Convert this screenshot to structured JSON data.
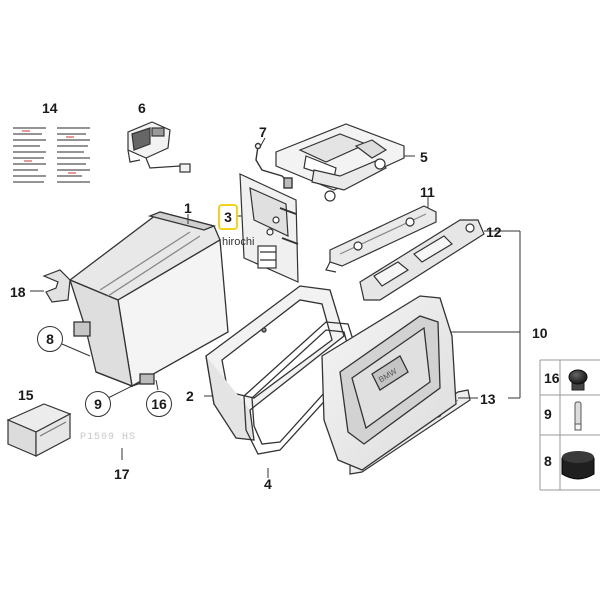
{
  "callouts": {
    "n1": "1",
    "n2": "2",
    "n3": "3",
    "n4": "4",
    "n5": "5",
    "n6": "6",
    "n7": "7",
    "n8": "8",
    "n9": "9",
    "n10": "10",
    "n11": "11",
    "n12": "12",
    "n13": "13",
    "n14": "14",
    "n15": "15",
    "n16": "16",
    "n17": "17",
    "n18": "18"
  },
  "legend": {
    "l16": "16",
    "l9": "9",
    "l8": "8"
  },
  "watermark": {
    "overlay": "hirochi",
    "faint": "P1509 HS"
  },
  "lid_brand": "BMW",
  "colors": {
    "highlight": "#f2d21a",
    "line": "#333333",
    "part_fill": "#f4f4f4",
    "dark_part": "#2a2a2a"
  }
}
